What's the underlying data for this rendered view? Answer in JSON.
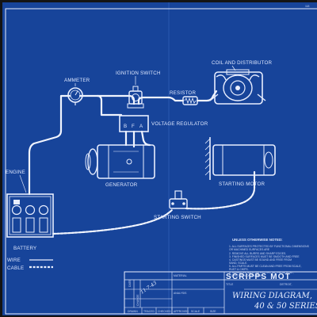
{
  "labels": {
    "page_number": "118",
    "ammeter": "AMMETER",
    "ignition_switch": "IGNITION SWITCH",
    "coil_and_distributor": "COIL AND DISTRIBUTOR",
    "resistor": "RESISTOR",
    "voltage_regulator": "VOLTAGE REGULATOR",
    "terminal_b": "B",
    "terminal_f": "F",
    "terminal_a": "A",
    "generator": "GENERATOR",
    "starting_motor": "STARTING MOTOR",
    "starting_switch": "STARTING SWITCH",
    "engine": "ENGINE",
    "battery": "BATTERY",
    "wire": "WIRE",
    "cable": "CABLE"
  },
  "notes": {
    "heading": "UNLESS OTHERWISE NOTED:",
    "lines": [
      "1. ALL SURFACES PROTECTED BY FUNCTIONAL DIMENSIONS",
      "   OR MACHINED SURFACES ARE",
      "2. REMOVE ALL BURRS AND SHARP EDGES.",
      "3. FINISHED SURFACES MUST BE SMOOTH AND FREE",
      "4. CASTINGS MUST BE SOUND AND FREE FROM",
      "   SAND, SCALE.",
      "5. ALL PARTS MUST BE CLEAN AND FREE FROM SCALE,",
      "   RUST & CHIPS.",
      "6. SURFACES MUST BE PROTECTED FROM RUST,",
      "   CORROSION OR DAMAGE."
    ]
  },
  "title_block": {
    "company": "SCRIPPS MOT",
    "city": "DETROIT,",
    "material_label": "MATERIAL",
    "analysis_label": "ANALYSIS",
    "title_label": "TITLE",
    "drawing_title": "WIRING DIAGRAM,",
    "series": "40 & 50 SERIES",
    "row_labels": [
      "DRAWN",
      "TRACED",
      "CHECKED",
      "APPROVED",
      "SCALE",
      "SIZE"
    ],
    "side_labels": [
      "DATE",
      "CHANGE"
    ],
    "handwritten": "11-7-43"
  }
}
